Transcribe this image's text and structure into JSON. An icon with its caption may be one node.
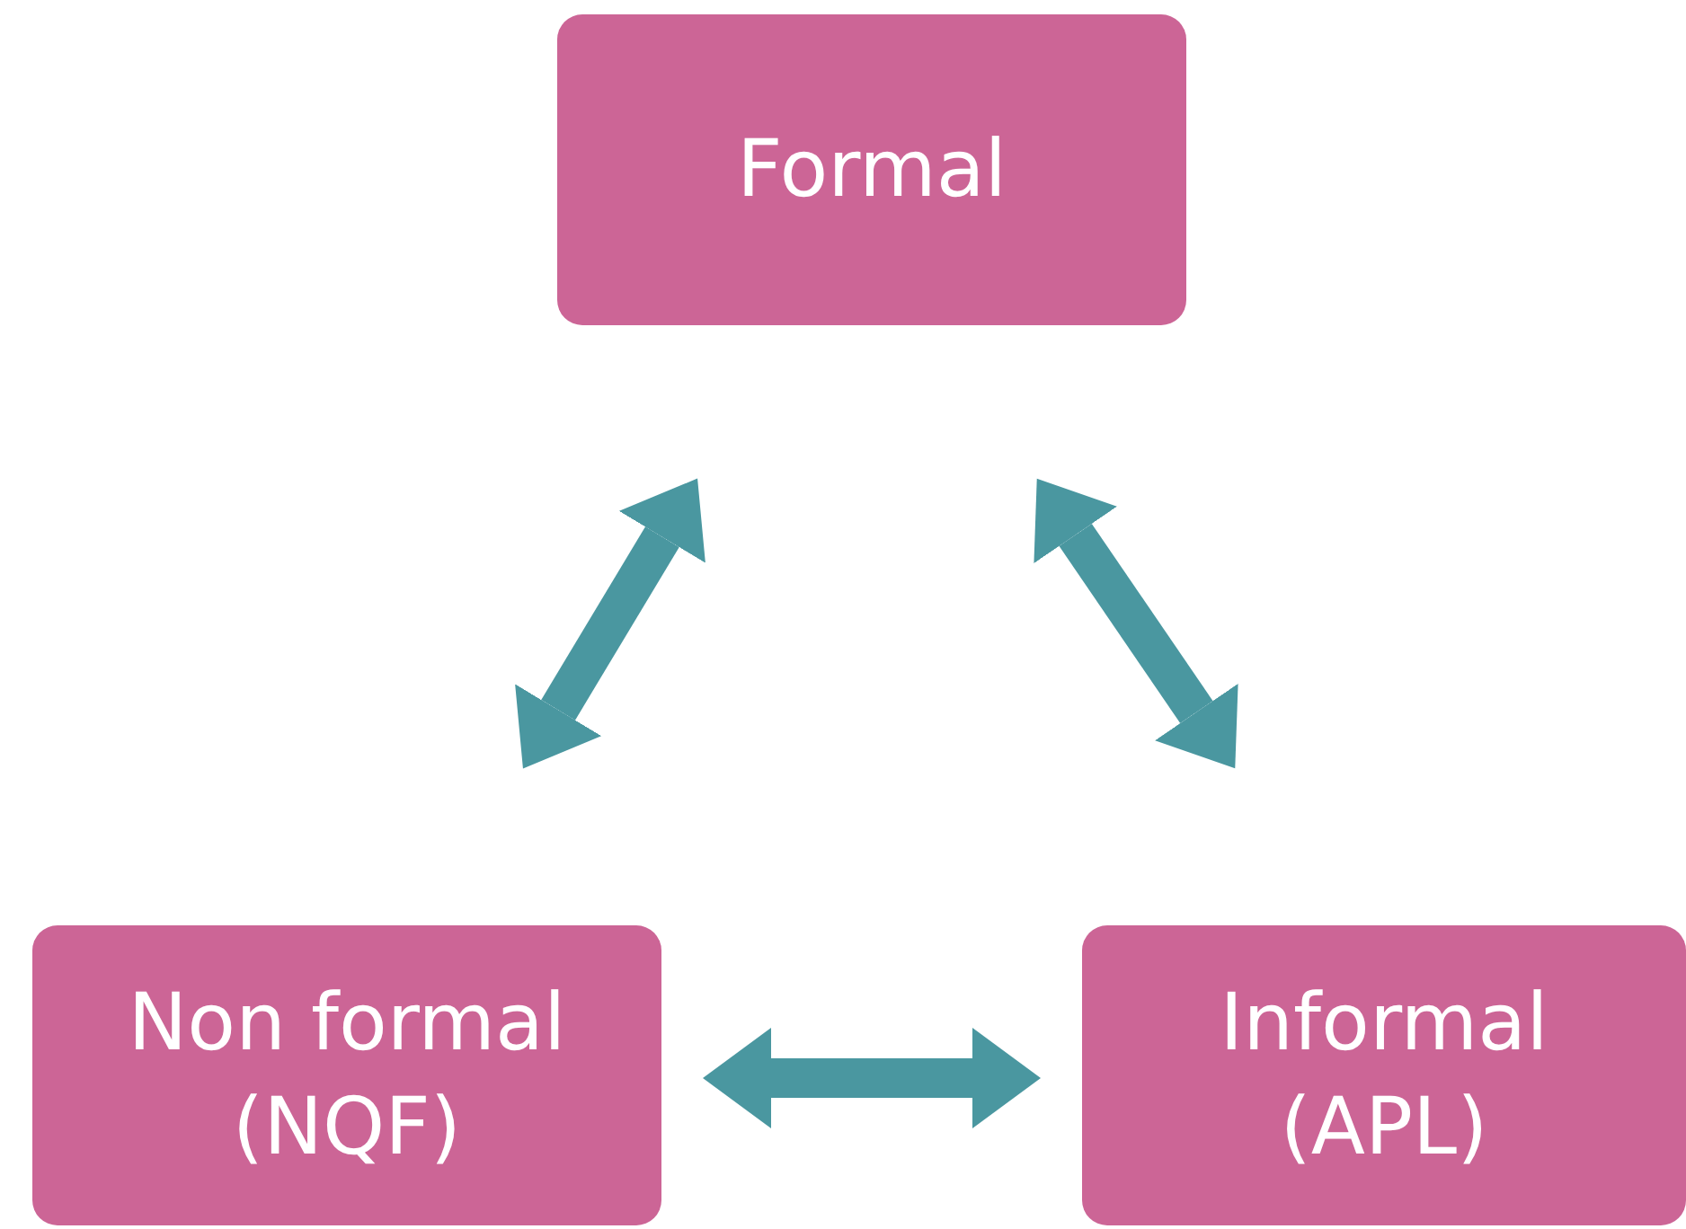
{
  "diagram": {
    "nodes": [
      {
        "text": [
          "Formal"
        ]
      },
      {
        "text": [
          "Non formal (NQF)"
        ]
      },
      {
        "text": [
          "Informal (APL)"
        ]
      }
    ],
    "edges": [
      {
        "from": 0,
        "to": 1,
        "arrow": "both"
      },
      {
        "from": 0,
        "to": 2,
        "arrow": "both"
      },
      {
        "from": 1,
        "to": 2,
        "arrow": "both"
      }
    ]
  }
}
